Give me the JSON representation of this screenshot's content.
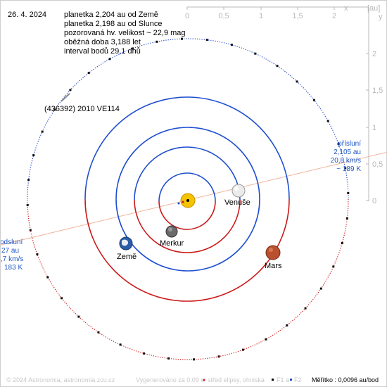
{
  "header": {
    "date": "26. 4. 2024",
    "lines": [
      "planetka 2,204 au od Země",
      "planetka 2,198 au od Slunce",
      "pozorovaná hv. velikost ~ 22,9 mag",
      "oběžná doba 3,188 let",
      "interval bodů 29,1 dnů"
    ]
  },
  "axes": {
    "x_ticks": [
      "0",
      "0,5",
      "1",
      "1,5",
      "2"
    ],
    "y_ticks": [
      "2",
      "1,5",
      "1",
      "0,5",
      "0"
    ],
    "unit": "[au]",
    "x_name": "x",
    "y_name": "y"
  },
  "labels": {
    "asteroid": "(436392) 2010 VE114",
    "venus": "Venuše",
    "mercury": "Merkur",
    "earth": "Země",
    "mars": "Mars"
  },
  "perihelion": {
    "title": "přísluní",
    "dist": "2,105 au",
    "speed": "20,8 km/s",
    "temp": "~ 189 K"
  },
  "aphelion": {
    "title": "odsluní",
    "dist": "27 au",
    "speed": ",7 km/s",
    "temp": "183 K"
  },
  "footer": {
    "copyright": "© 2024 Astronomia, astronomia.zcu.cz",
    "generated": "Vygenerováno za 0,09 s",
    "legend_center": "střed elipsy, ohniska",
    "f1": "F1 a",
    "f2": "F2",
    "scale": "Měřítko : 0,0096 au/bod"
  },
  "colors": {
    "orbit_blue": "#1f4fd0",
    "orbit_red": "#cc1a1a",
    "asteroid_orbit": "#2244cc",
    "apsides_line": "#f0b49a",
    "axis_gray": "#b8b8b8"
  }
}
